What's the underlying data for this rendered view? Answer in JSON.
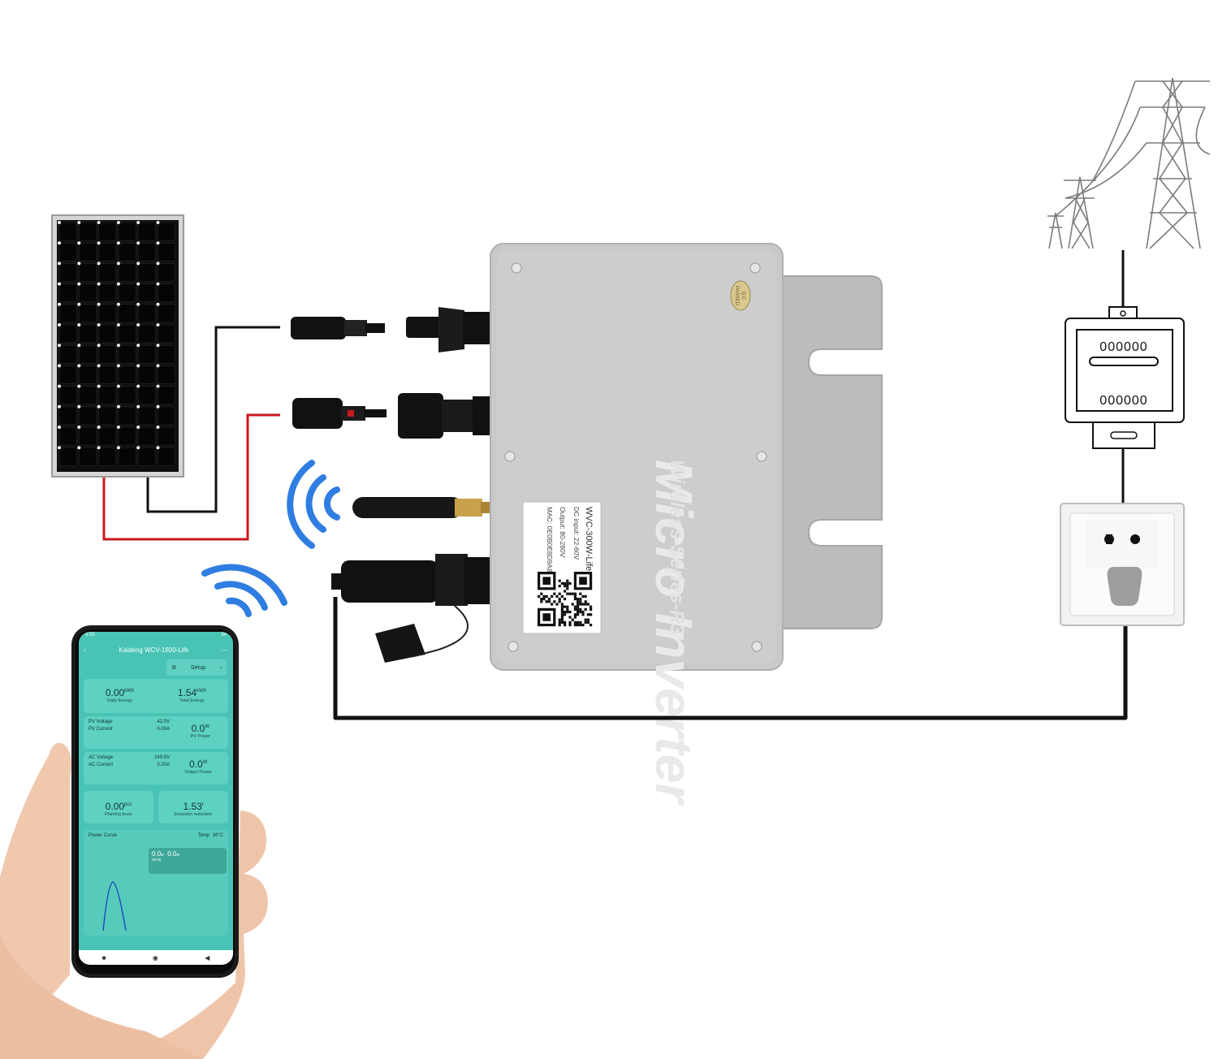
{
  "inverter": {
    "series": "Wireless Series-R3",
    "title": "Micro Inverter",
    "badge_line1": "Q.C",
    "badge_line2": "PASSED",
    "label": {
      "model": "WVC-300W-Life",
      "dc_input": "DC input: 22-60V",
      "output": "Output: 80-280V",
      "mac": "MAC: 0E0B0E8D9A8F"
    }
  },
  "meter": {
    "reading_top": "000000",
    "reading_bottom": "000000"
  },
  "phone": {
    "status_time": "9:55",
    "status_right": "94",
    "app_title": "Kaideng WCV-1600-Life",
    "setup_label": "Setup",
    "daily_energy_value": "0.00",
    "daily_energy_unit": "kWh",
    "daily_energy_label": "Daily Energy",
    "total_energy_value": "1.54",
    "total_energy_unit": "kWh",
    "total_energy_label": "Total Energy",
    "pv_voltage_label": "PV Voltage",
    "pv_voltage_value": "42.0V",
    "pv_current_label": "PV Current",
    "pv_current_value": "0.00A",
    "pv_power_value": "0.0",
    "pv_power_unit": "W",
    "pv_power_label": "PV Power",
    "ac_voltage_label": "AC Voltage",
    "ac_voltage_value": "249.9V",
    "ac_current_label": "AC Current",
    "ac_current_value": "0.00A",
    "output_power_value": "0.0",
    "output_power_unit": "W",
    "output_power_label": "Output Power",
    "trees_value": "0.00",
    "trees_unit": "pcs",
    "trees_label": "Planting trees",
    "emission_value": "1.53",
    "emission_unit": "t",
    "emission_label": "Emission reduction",
    "power_curve_label": "Power Curve",
    "temp_label": "Temp",
    "temp_value": "16°C",
    "curve_value_1": "0.0",
    "curve_unit_1": "w",
    "curve_value_2": "0.0",
    "curve_unit_2": "w",
    "curve_time": "09:00"
  },
  "colors": {
    "wire_red": "#c8191e",
    "wire_black": "#111111",
    "wifi_blue": "#2f7de1",
    "inverter_silver": "#c9c9c9",
    "app_teal": "#49c3b4"
  }
}
